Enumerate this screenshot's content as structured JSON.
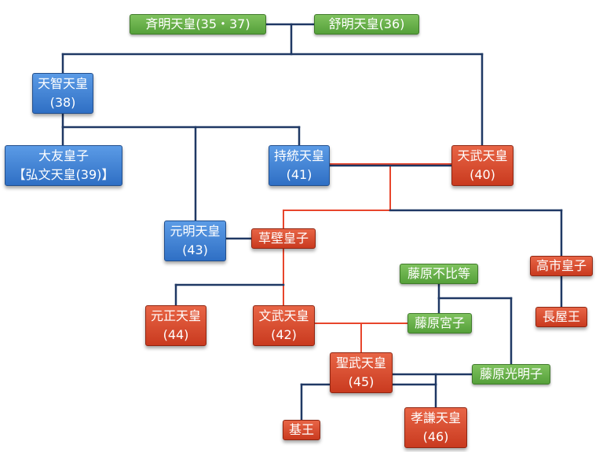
{
  "colors": {
    "green": "#5faa44",
    "blue": "#3a7bd5",
    "red": "#d8462a",
    "line_dark": "#1f3864",
    "line_red": "#e8452c"
  },
  "nodes": {
    "saimei": {
      "label": "斉明天皇(35・37)",
      "color": "green"
    },
    "jomei": {
      "label": "舒明天皇(36)",
      "color": "green"
    },
    "tenji": {
      "label": "天智天皇",
      "sub": "(38)",
      "color": "blue"
    },
    "otomo": {
      "label": "大友皇子",
      "sub": "【弘文天皇(39)】",
      "color": "blue"
    },
    "jito": {
      "label": "持統天皇",
      "sub": "(41)",
      "color": "blue"
    },
    "tenmu": {
      "label": "天武天皇",
      "sub": "(40)",
      "color": "red"
    },
    "genmei": {
      "label": "元明天皇",
      "sub": "(43)",
      "color": "blue"
    },
    "kusakabe": {
      "label": "草壁皇子",
      "color": "red"
    },
    "takechi": {
      "label": "高市皇子",
      "color": "red"
    },
    "nagaya": {
      "label": "長屋王",
      "color": "red"
    },
    "fuhito": {
      "label": "藤原不比等",
      "color": "green"
    },
    "gensho": {
      "label": "元正天皇",
      "sub": "(44)",
      "color": "red"
    },
    "monmu": {
      "label": "文武天皇",
      "sub": "(42)",
      "color": "red"
    },
    "miyako": {
      "label": "藤原宮子",
      "color": "green"
    },
    "shomu": {
      "label": "聖武天皇",
      "sub": "(45)",
      "color": "red"
    },
    "komyo": {
      "label": "藤原光明子",
      "color": "green"
    },
    "motoi": {
      "label": "基王",
      "color": "red"
    },
    "koken": {
      "label": "孝謙天皇",
      "sub": "(46)",
      "color": "red"
    }
  },
  "edges": [
    {
      "from": "saimei",
      "to": "jomei",
      "relation": "marriage",
      "color": "dark"
    },
    {
      "from": "saimei+jomei",
      "to": "tenji",
      "relation": "child",
      "color": "dark"
    },
    {
      "from": "saimei+jomei",
      "to": "tenmu",
      "relation": "child",
      "color": "dark"
    },
    {
      "from": "tenji",
      "to": "otomo",
      "relation": "child",
      "color": "dark"
    },
    {
      "from": "tenji",
      "to": "genmei",
      "relation": "child",
      "color": "dark"
    },
    {
      "from": "tenji",
      "to": "jito",
      "relation": "child",
      "color": "dark"
    },
    {
      "from": "jito",
      "to": "tenmu",
      "relation": "marriage",
      "color": "red"
    },
    {
      "from": "jito+tenmu",
      "to": "kusakabe",
      "relation": "child",
      "color": "red"
    },
    {
      "from": "tenmu",
      "to": "takechi",
      "relation": "child",
      "color": "dark"
    },
    {
      "from": "takechi",
      "to": "nagaya",
      "relation": "child",
      "color": "dark"
    },
    {
      "from": "genmei",
      "to": "kusakabe",
      "relation": "marriage",
      "color": "dark"
    },
    {
      "from": "genmei+kusakabe",
      "to": "gensho",
      "relation": "child",
      "color": "dark"
    },
    {
      "from": "genmei+kusakabe",
      "to": "monmu",
      "relation": "child",
      "color": "red"
    },
    {
      "from": "fuhito",
      "to": "miyako",
      "relation": "child",
      "color": "dark"
    },
    {
      "from": "fuhito",
      "to": "komyo",
      "relation": "child",
      "color": "dark"
    },
    {
      "from": "monmu",
      "to": "miyako",
      "relation": "marriage",
      "color": "red"
    },
    {
      "from": "monmu+miyako",
      "to": "shomu",
      "relation": "child",
      "color": "red"
    },
    {
      "from": "shomu",
      "to": "komyo",
      "relation": "marriage",
      "color": "dark"
    },
    {
      "from": "shomu+komyo",
      "to": "motoi",
      "relation": "child",
      "color": "dark"
    },
    {
      "from": "shomu+komyo",
      "to": "koken",
      "relation": "child",
      "color": "dark"
    }
  ]
}
